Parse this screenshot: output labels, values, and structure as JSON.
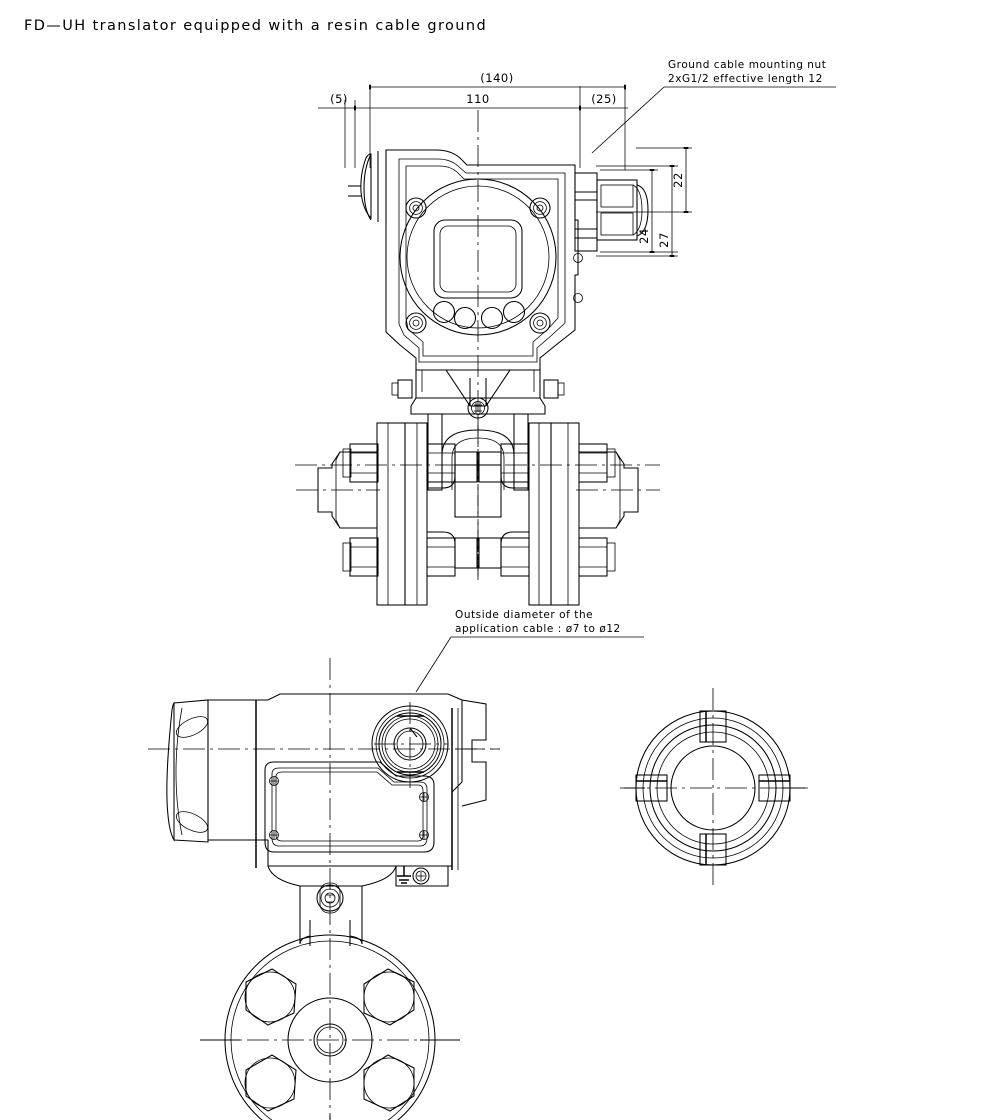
{
  "drawing": {
    "title": "FD—UH translator equipped with a resin cable ground",
    "background_color": "#ffffff",
    "line_color": "#000000"
  },
  "dimensions": {
    "overall_width": "(140)",
    "left_offset": "(5)",
    "body_width": "110",
    "right_offset": "(25)",
    "gland_height_22": "22",
    "gland_height_24": "24",
    "gland_height_27": "27"
  },
  "annotations": {
    "ground_nut": {
      "line1": "Ground cable mounting nut",
      "line2": "2xG1/2 effective length 12"
    },
    "cable_outside_diameter": {
      "line1": "Outside diameter of the",
      "line2": "application cable : ø7 to ø12"
    }
  },
  "views": {
    "front_view": "front-elevation-transmitter-with-flanges",
    "side_view": "side-elevation-transmitter-housing",
    "right_end_view": "right-end-view-cover",
    "bottom_view": "bottom-flange-view-four-bolts"
  }
}
